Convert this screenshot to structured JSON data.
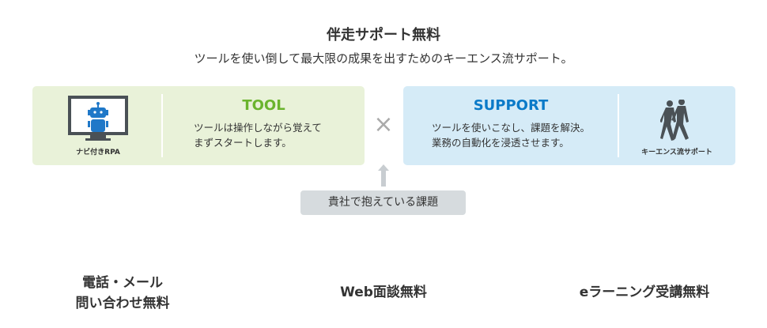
{
  "header": {
    "title": "伴走サポート無料",
    "subtitle": "ツールを使い倒して最大限の成果を出すためのキーエンス流サポート。"
  },
  "tool": {
    "caption": "ナビ付きRPA",
    "heading": "TOOL",
    "line1": "ツールは操作しながら覚えて",
    "line2": "まずスタートします。",
    "color": "#6ab42d"
  },
  "support": {
    "caption": "キーエンス流サポート",
    "heading": "SUPPORT",
    "line1": "ツールを使いこなし、課題を解決。",
    "line2": "業務の自動化を浸透させます。",
    "color": "#0a7ac8"
  },
  "times": "×",
  "issue": "貴社で抱えている課題",
  "bottom": {
    "phone_line1": "電話・メール",
    "phone_line2": "問い合わせ無料",
    "web": "Web面談無料",
    "elearning": "eラーニング受講無料"
  }
}
